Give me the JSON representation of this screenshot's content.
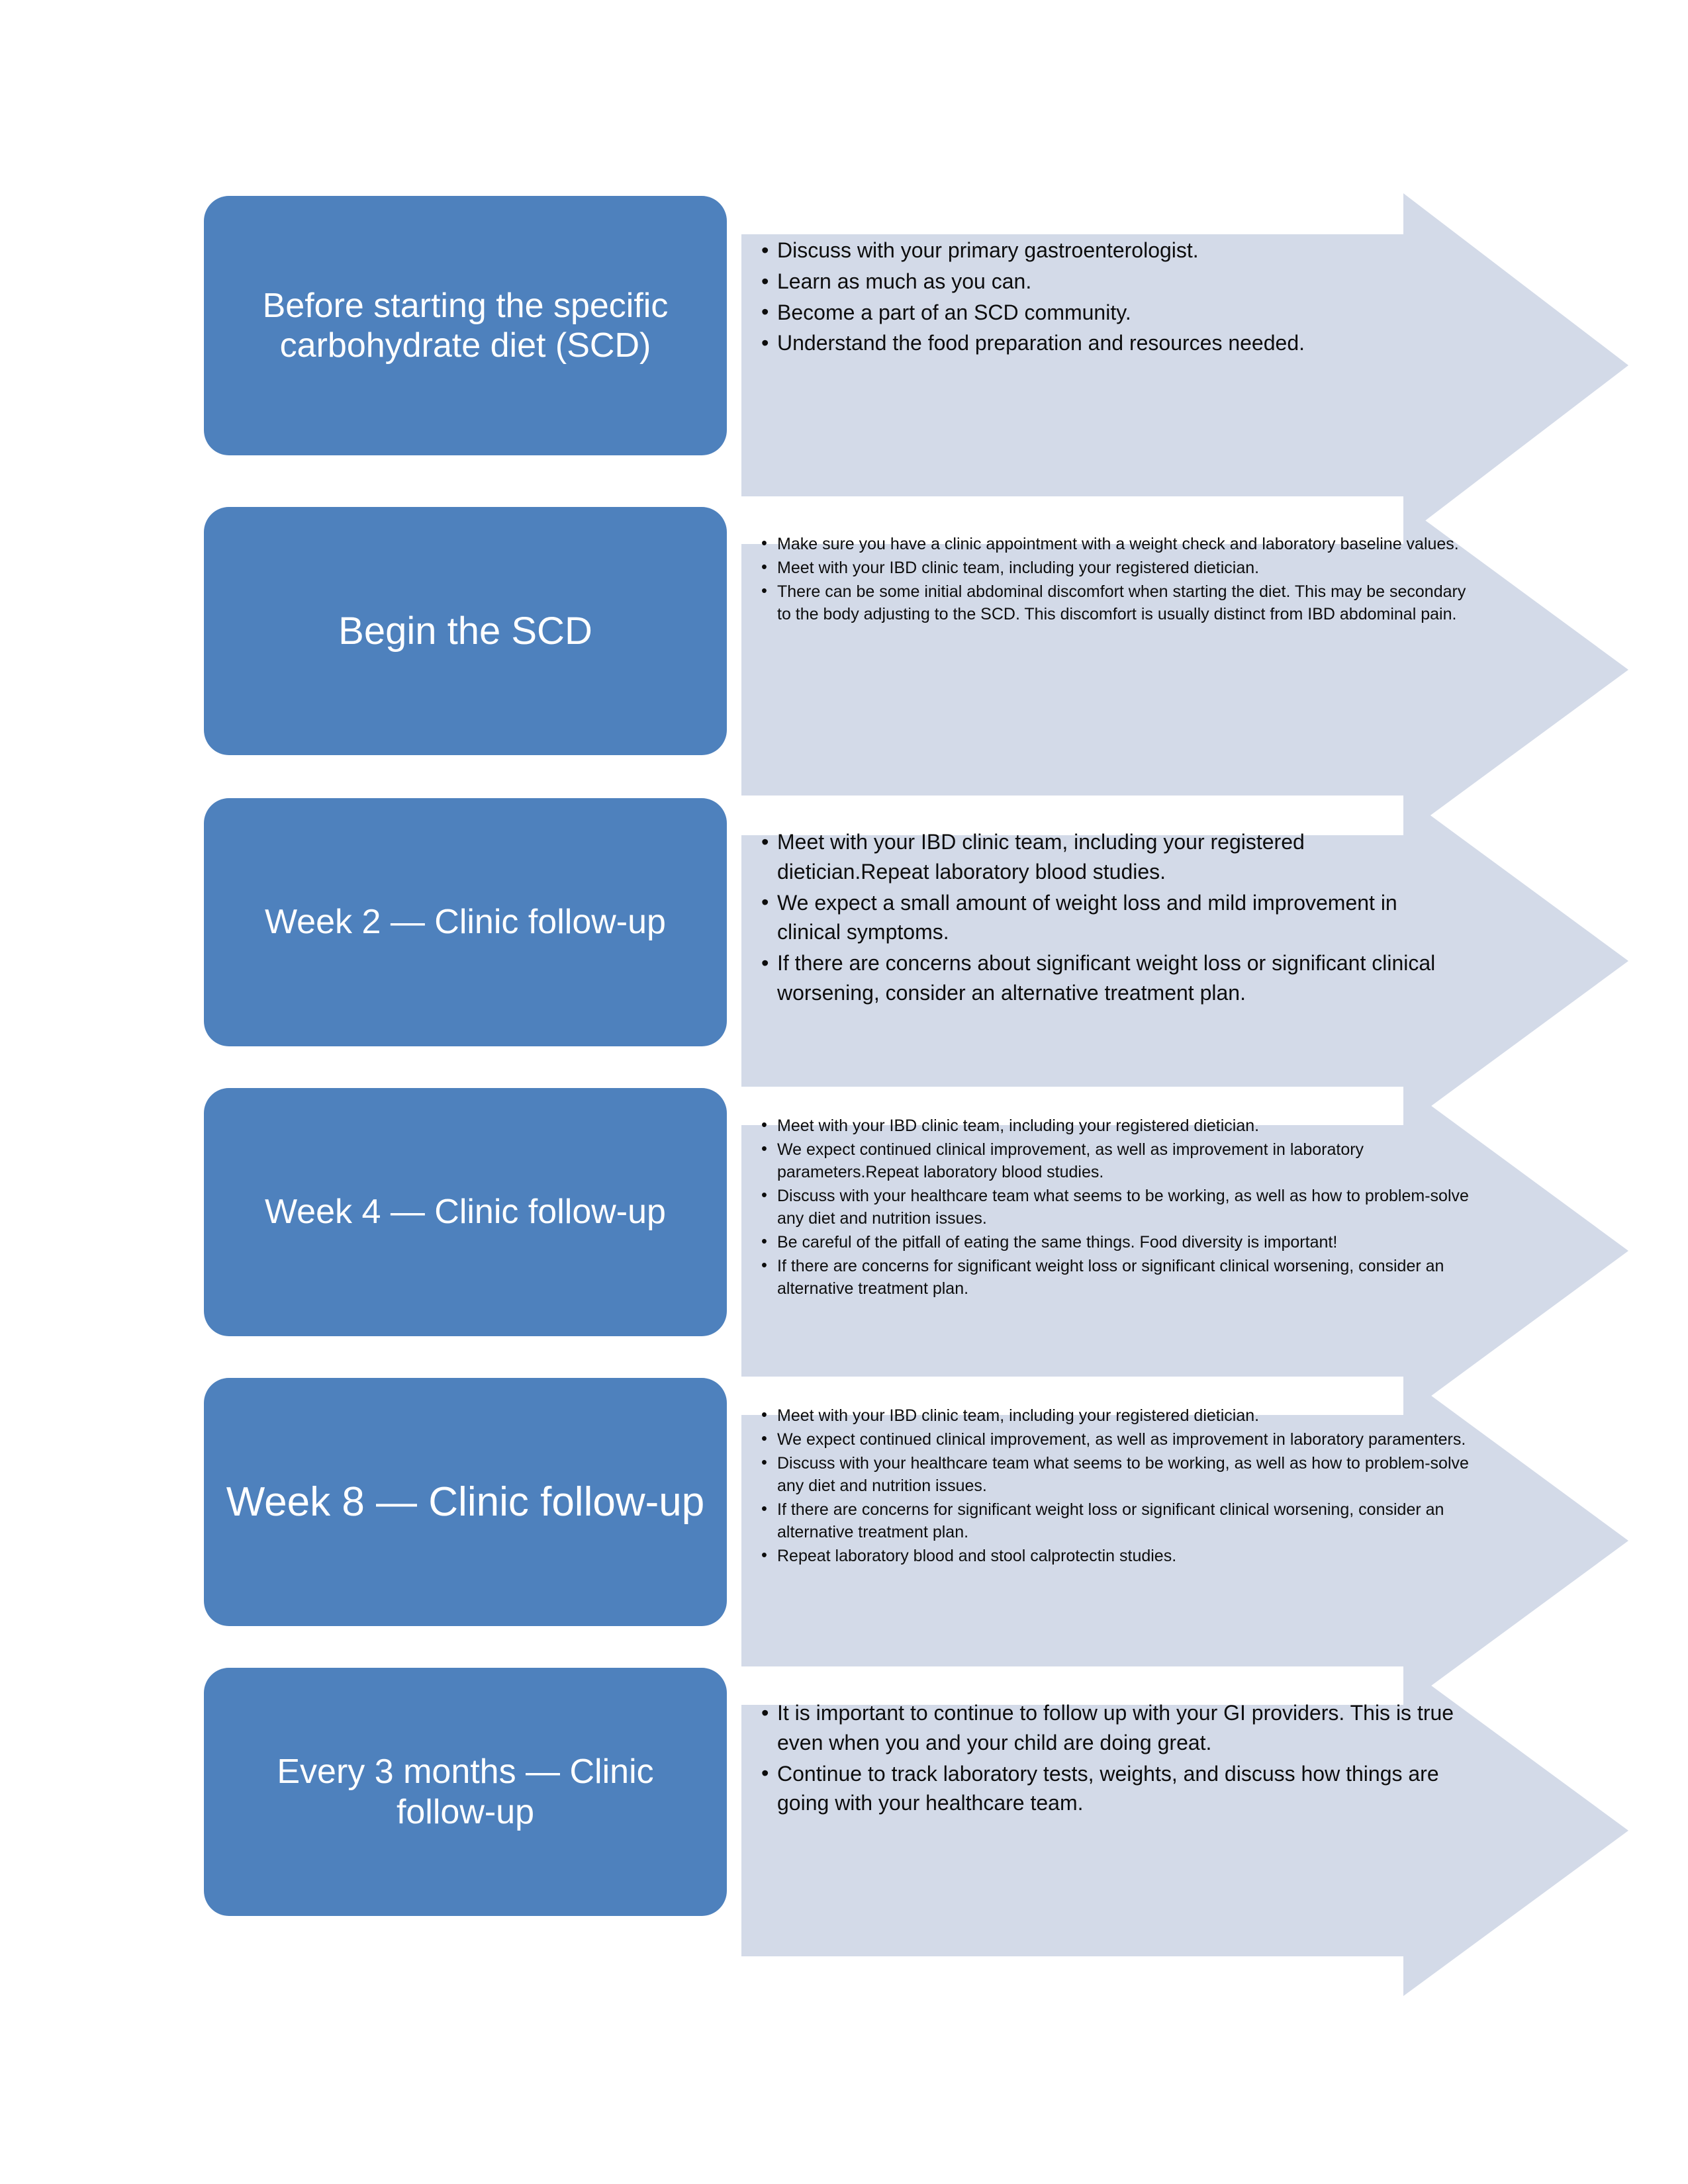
{
  "theme": {
    "chip_color": "#4E81BD",
    "arrow_color": "#D3DAE8",
    "chip_text_color": "#FFFFFF",
    "bullet_text_color": "#0D0D0D",
    "page_background": "#FFFFFF"
  },
  "diagram": {
    "type": "process-flow",
    "orientation": "vertical",
    "stage_count": 6,
    "stages": [
      {
        "label": "Before starting the specific carbohydrate diet (SCD)",
        "bullets": [
          "Discuss with your primary gastroenterologist.",
          "Learn as much as you can.",
          "Become a part of an SCD community.",
          "Understand the food preparation and resources needed."
        ]
      },
      {
        "label": "Begin the SCD",
        "bullets": [
          "Make sure you have a clinic appointment with a weight check and laboratory baseline values.",
          "Meet with your IBD clinic team, including your registered dietician.",
          "There can be some initial abdominal discomfort when starting the diet. This may be secondary to the body adjusting to the SCD. This discomfort is usually distinct from IBD abdominal pain."
        ]
      },
      {
        "label": "Week 2 — Clinic follow-up",
        "bullets": [
          "Meet with your IBD clinic team, including your registered dietician.Repeat laboratory blood studies.",
          "We expect a small amount of weight loss and mild improvement in clinical symptoms.",
          "If there are concerns about significant weight loss or significant clinical worsening, consider an alternative treatment plan."
        ]
      },
      {
        "label": "Week 4 — Clinic follow-up",
        "bullets": [
          "Meet with your IBD clinic team, including your registered dietician.",
          "We expect continued clinical improvement, as well as improvement in laboratory parameters.Repeat laboratory blood studies.",
          "Discuss with your healthcare team what seems to be working, as well as how to problem-solve any diet and nutrition issues.",
          "Be careful of the pitfall of eating the same things. Food diversity is important!",
          "If there are concerns for significant weight loss or significant clinical worsening, consider an alternative treatment plan."
        ]
      },
      {
        "label": "Week 8 — Clinic follow-up",
        "bullets": [
          "Meet with your IBD clinic team, including your registered dietician.",
          "We expect continued clinical improvement, as well as improvement in laboratory paramenters.",
          "Discuss with your healthcare team what seems to be working, as well as how to problem-solve any diet and nutrition issues.",
          "If there are concerns for significant weight loss or significant clinical worsening, consider an alternative treatment plan.",
          "Repeat laboratory blood and stool calprotectin studies."
        ]
      },
      {
        "label": "Every 3 months — Clinic follow-up",
        "bullets": [
          "It is important to continue to follow up with your GI providers. This is true even when you and your child are doing great.",
          "Continue to track laboratory tests, weights, and discuss how things are going with your healthcare team."
        ]
      }
    ]
  }
}
